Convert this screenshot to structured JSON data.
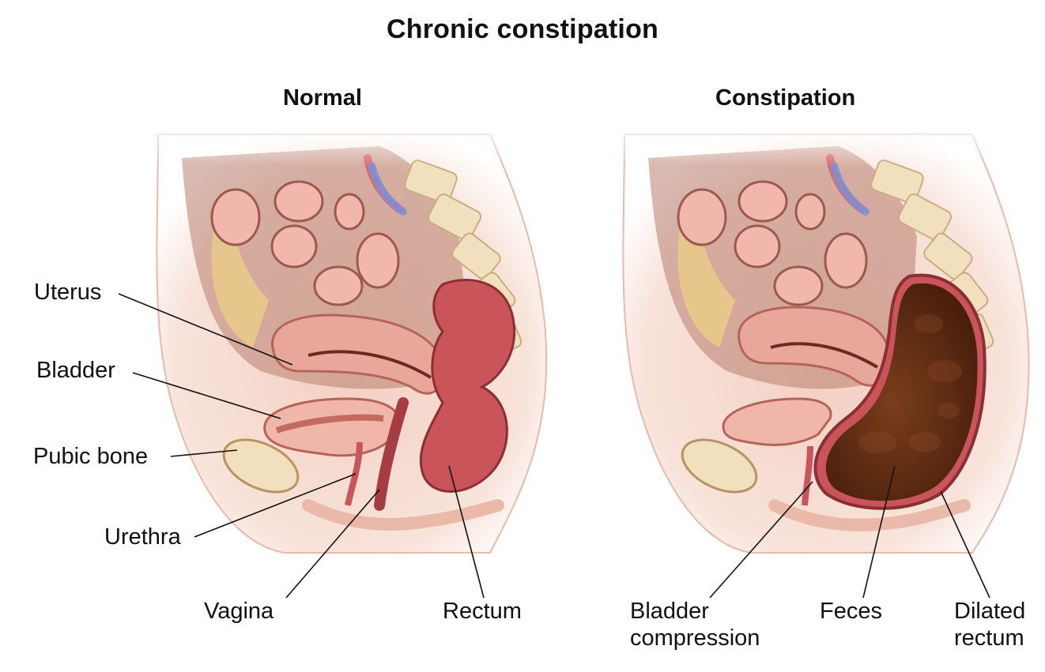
{
  "title": "Chronic constipation",
  "panels": {
    "normal": {
      "heading": "Normal",
      "labels": {
        "uterus": "Uterus",
        "bladder": "Bladder",
        "pubic_bone": "Pubic bone",
        "urethra": "Urethra",
        "vagina": "Vagina",
        "rectum": "Rectum"
      }
    },
    "constipation": {
      "heading": "Constipation",
      "labels": {
        "bladder_compression_line1": "Bladder",
        "bladder_compression_line2": "compression",
        "feces": "Feces",
        "dilated_rectum_line1": "Dilated",
        "dilated_rectum_line2": "rectum"
      }
    }
  },
  "colors": {
    "skin": "#f6d8cc",
    "tissue": "#e9a79c",
    "rectum": "#c9545a",
    "feces": "#5a2a12",
    "fat": "#e8c98a",
    "bone": "#f1dfbd"
  }
}
